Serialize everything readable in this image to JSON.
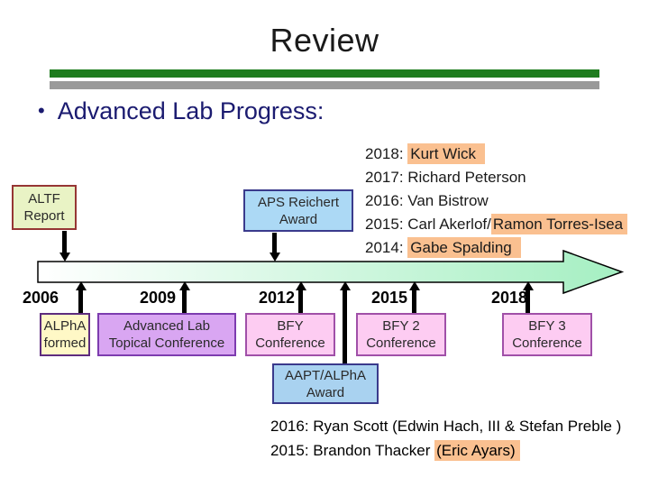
{
  "slide": {
    "title": "Review",
    "bullet_glyph": "•",
    "bullet_text": "Advanced Lab Progress:"
  },
  "colors": {
    "highlight": "#fac090",
    "title_bar_green": "#1e7c1e",
    "title_bar_gray": "#9a9a9a",
    "bullet_text_navy": "#1b1b70",
    "altf_box_fill": "#e9f3c5",
    "altf_box_border": "#963634",
    "aps_box_fill": "#acd9f5",
    "aps_box_border": "#3a3a8c",
    "alpha_box_fill": "#fff8c6",
    "topical_box_fill": "#d9a6f2",
    "bfy_box_fill": "#fdccf2",
    "aapt_box_fill": "#a9d2f0",
    "timeline_gradient_start": "#ffffff",
    "timeline_gradient_end": "#a5efc2"
  },
  "award_list": {
    "line1": {
      "plain": "2018: ",
      "highlight": "Kurt Wick"
    },
    "line2": {
      "plain": "2017: Richard Peterson"
    },
    "line3": {
      "plain": "2016: Van Bistrow"
    },
    "line4": {
      "plain": "2015: Carl Akerlof/",
      "highlight": "Ramon Torres-Isea"
    },
    "line5": {
      "plain": "2014: ",
      "highlight": "Gabe Spalding"
    }
  },
  "callout_boxes": {
    "altf": {
      "line1": "ALTF",
      "line2": "Report"
    },
    "aps": {
      "line1": "APS Reichert",
      "line2": "Award"
    },
    "alpha": {
      "line1": "ALPhA",
      "line2": "formed"
    },
    "topical": {
      "line1": "Advanced Lab",
      "line2": "Topical Conference"
    },
    "bfy1": {
      "line1": "BFY",
      "line2": "Conference"
    },
    "bfy2": {
      "line1": "BFY 2",
      "line2": "Conference"
    },
    "bfy3": {
      "line1": "BFY 3",
      "line2": "Conference"
    },
    "aapt": {
      "line1": "AAPT/ALPhA",
      "line2": "Award"
    }
  },
  "timeline": {
    "years": [
      "2006",
      "2009",
      "2012",
      "2015",
      "2018"
    ]
  },
  "footer": {
    "line1": {
      "plain": "2016: Ryan Scott (Edwin Hach, III & Stefan Preble )"
    },
    "line2": {
      "plain": "2015: Brandon Thacker ",
      "highlight": "(Eric Ayars)"
    }
  }
}
